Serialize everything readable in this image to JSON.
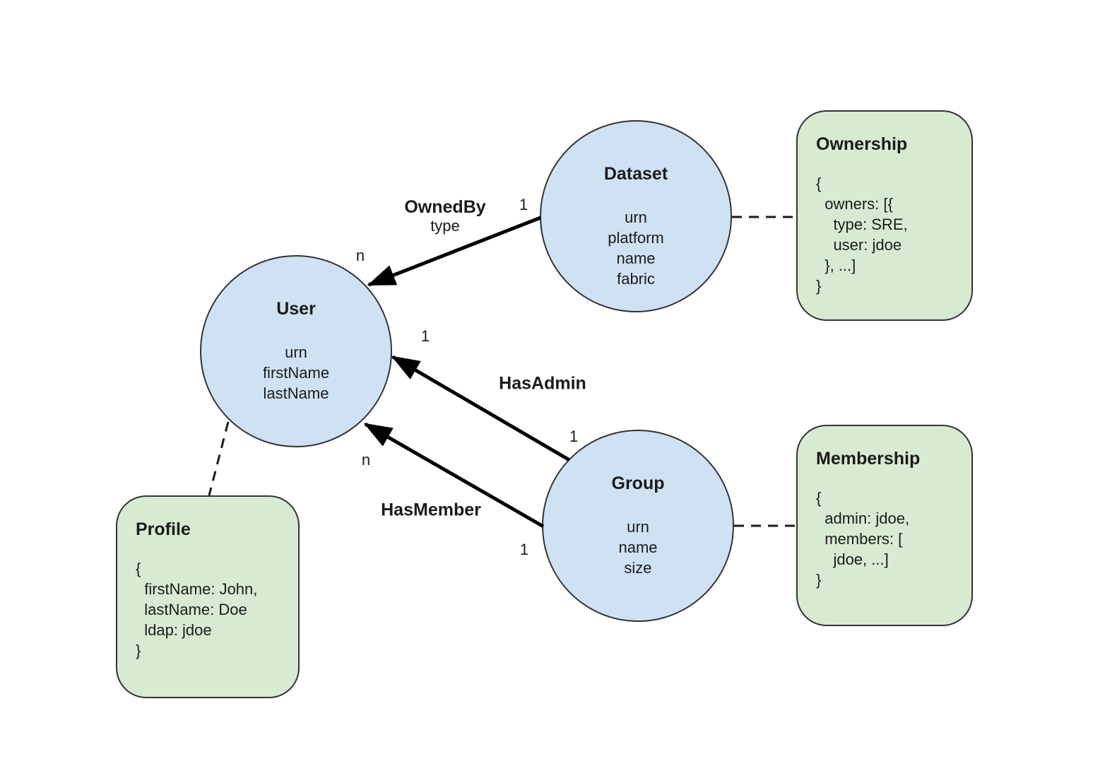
{
  "diagram": {
    "background": "#ffffff",
    "colors": {
      "entity_fill": "#cfe2f3",
      "aspect_fill": "#d9ead3",
      "shape_stroke": "#333333",
      "arrow_color": "#000000",
      "text_color": "#1b1b1b"
    },
    "entities": [
      {
        "name": "Dataset",
        "attributes": [
          "urn",
          "platform",
          "name",
          "fabric"
        ]
      },
      {
        "name": "User",
        "attributes": [
          "urn",
          "firstName",
          "lastName"
        ]
      },
      {
        "name": "Group",
        "attributes": [
          "urn",
          "name",
          "size"
        ]
      }
    ],
    "aspects": [
      {
        "name": "Ownership",
        "body_lines": [
          "{",
          "  owners: [{",
          "    type: SRE,",
          "    user: jdoe",
          "  }, ...]",
          "}"
        ]
      },
      {
        "name": "Membership",
        "body_lines": [
          "{",
          "  admin: jdoe,",
          "  members: [",
          "    jdoe, ...]",
          "}"
        ]
      },
      {
        "name": "Profile",
        "body_lines": [
          "{",
          "  firstName: John,",
          "  lastName: Doe",
          "  ldap: jdoe",
          "}"
        ]
      }
    ],
    "relationships": [
      {
        "name": "OwnedBy",
        "attribute": "type",
        "from": "Dataset",
        "to": "User",
        "from_cardinality": "1",
        "to_cardinality": "n"
      },
      {
        "name": "HasAdmin",
        "attribute": "",
        "from": "Group",
        "to": "User",
        "from_cardinality": "1",
        "to_cardinality": "1"
      },
      {
        "name": "HasMember",
        "attribute": "",
        "from": "Group",
        "to": "User",
        "from_cardinality": "1",
        "to_cardinality": "n"
      }
    ],
    "aspect_links": [
      {
        "from": "Dataset",
        "to": "Ownership"
      },
      {
        "from": "Group",
        "to": "Membership"
      },
      {
        "from": "User",
        "to": "Profile"
      }
    ]
  }
}
